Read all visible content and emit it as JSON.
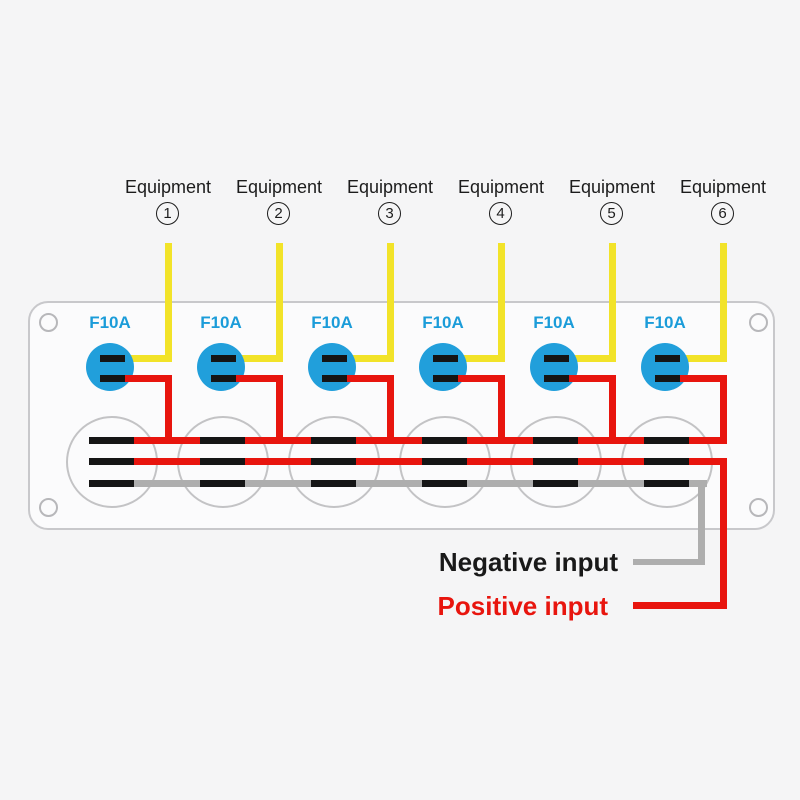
{
  "equipment": [
    {
      "label": "Equipment",
      "number": "1"
    },
    {
      "label": "Equipment",
      "number": "2"
    },
    {
      "label": "Equipment",
      "number": "3"
    },
    {
      "label": "Equipment",
      "number": "4"
    },
    {
      "label": "Equipment",
      "number": "5"
    },
    {
      "label": "Equipment",
      "number": "6"
    }
  ],
  "fuses": [
    {
      "label": "F10A"
    },
    {
      "label": "F10A"
    },
    {
      "label": "F10A"
    },
    {
      "label": "F10A"
    },
    {
      "label": "F10A"
    },
    {
      "label": "F10A"
    }
  ],
  "inputs": {
    "negative_label": "Negative input",
    "positive_label": "Positive input"
  },
  "colors": {
    "equipment_wire_yellow": "#f2e329",
    "positive_wire_red": "#e8150e",
    "negative_wire_gray": "#aeaeae",
    "fuse_body_blue": "#219fdb",
    "fuse_text_blue": "#1b9cd9",
    "terminal_black": "#151515"
  }
}
